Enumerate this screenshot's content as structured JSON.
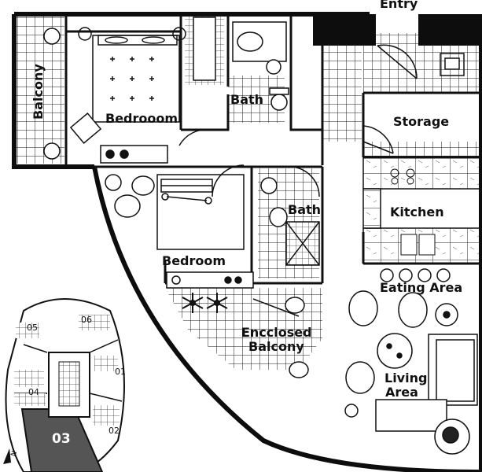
{
  "rooms": {
    "entry": "Entry",
    "balcony": "Balcony",
    "master_bedroom": "Bedrooom",
    "bath1": "Bath",
    "storage": "Storage",
    "kitchen": "Kitchen",
    "bath2": "Bath",
    "bedroom": "Bedroom",
    "eating_area": "Eating Area",
    "enclosed_balcony_line1": "Encclosed",
    "enclosed_balcony_line2": "Balcony",
    "living_area_line1": "Living",
    "living_area_line2": "Area"
  },
  "key_plan": {
    "units": [
      "05",
      "06",
      "01",
      "04",
      "02",
      "03"
    ],
    "highlighted_unit": "03",
    "north_label": "N"
  },
  "colors": {
    "ink": "#111111",
    "wall": "#0d0d0d",
    "tile": "#1a1a1a",
    "highlight": "#555555",
    "background": "#ffffff"
  }
}
